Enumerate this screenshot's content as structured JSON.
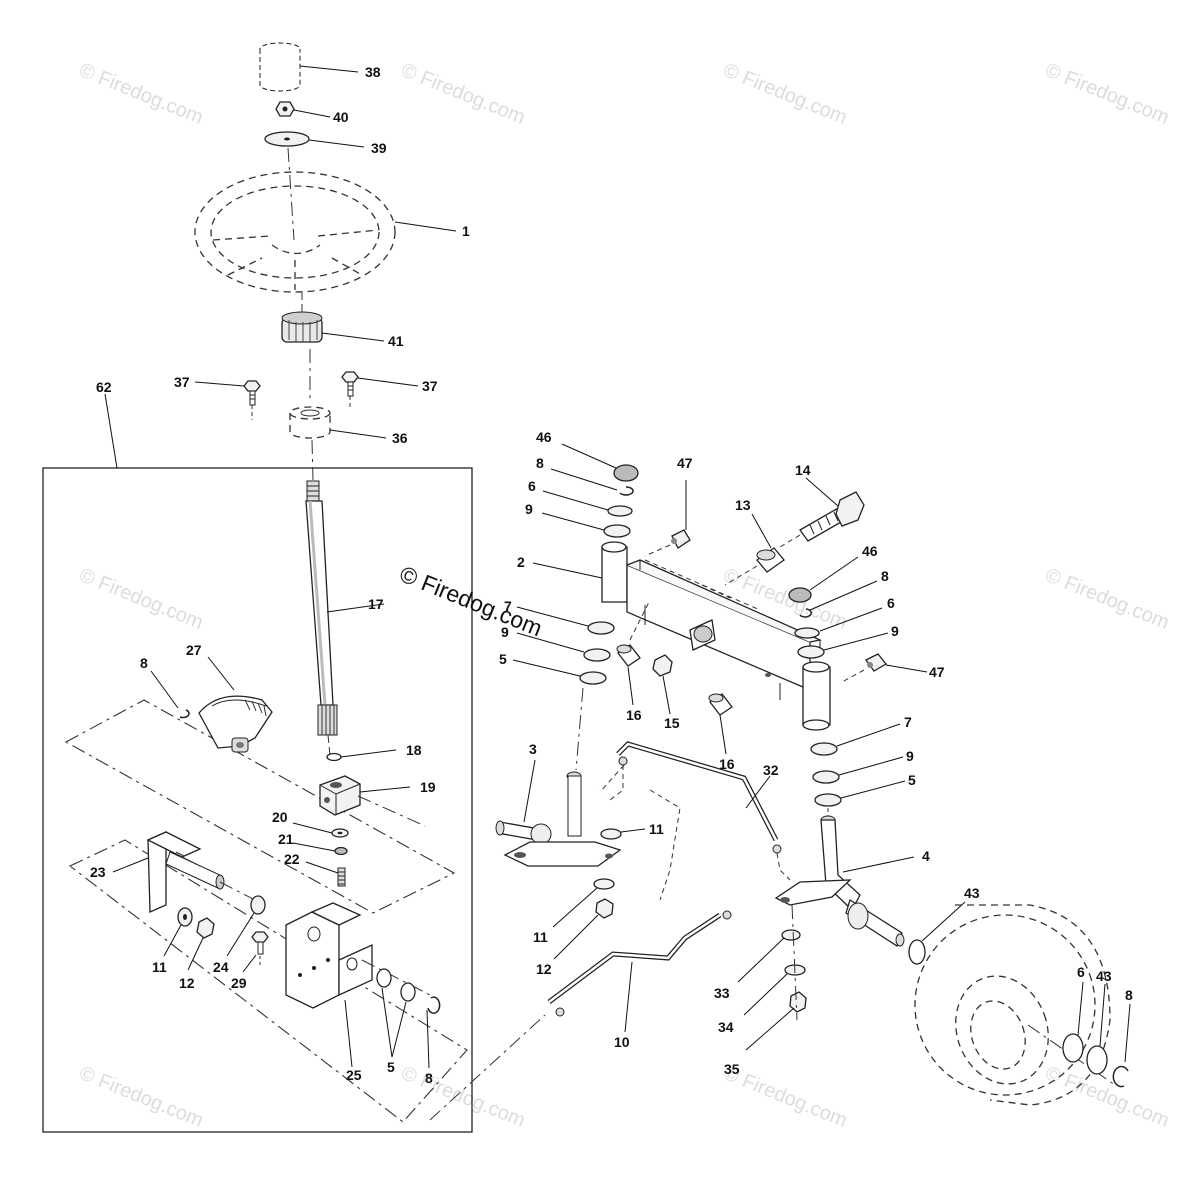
{
  "watermark": {
    "text": "© Firedog.com",
    "center_text": "© Firedog.com"
  },
  "labels": {
    "l38": "38",
    "l40": "40",
    "l39": "39",
    "l1": "1",
    "l41": "41",
    "l37a": "37",
    "l37b": "37",
    "l36": "36",
    "l62": "62",
    "l17": "17",
    "l27": "27",
    "l8a": "8",
    "l18": "18",
    "l19": "19",
    "l20": "20",
    "l21": "21",
    "l22": "22",
    "l23": "23",
    "l11a": "11",
    "l12a": "12",
    "l24": "24",
    "l29": "29",
    "l25": "25",
    "l5a": "5",
    "l8b": "8",
    "l46a": "46",
    "l8c": "8",
    "l6a": "6",
    "l9a": "9",
    "l47a": "47",
    "l2": "2",
    "l7a": "7",
    "l9b": "9",
    "l5b": "5",
    "l13": "13",
    "l14": "14",
    "l16a": "16",
    "l15": "15",
    "l16b": "16",
    "l46b": "46",
    "l8d": "8",
    "l6b": "6",
    "l9c": "9",
    "l47b": "47",
    "l7b": "7",
    "l9d": "9",
    "l5c": "5",
    "l3": "3",
    "l11b": "11",
    "l11c": "11",
    "l12b": "12",
    "l32": "32",
    "l10": "10",
    "l4": "4",
    "l33": "33",
    "l34": "34",
    "l35": "35",
    "l43a": "43",
    "l6c": "6",
    "l43b": "43",
    "l8e": "8"
  }
}
